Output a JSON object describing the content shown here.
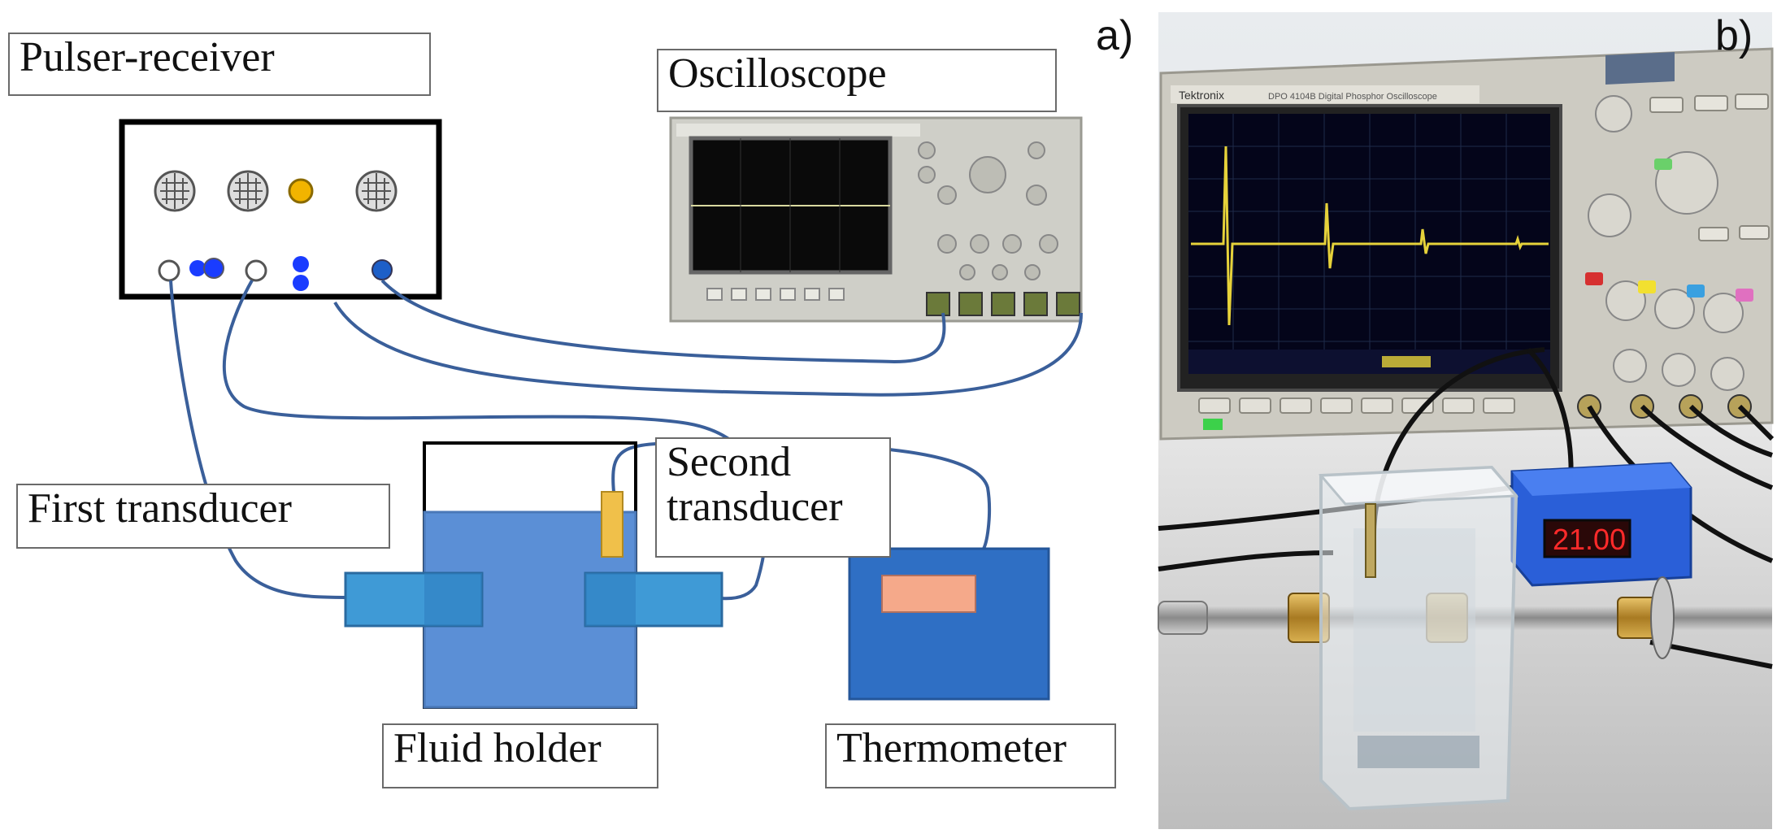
{
  "panel_a": {
    "letter": "a)",
    "labels": {
      "pulser_receiver": "Pulser-receiver",
      "oscilloscope": "Oscilloscope",
      "first_transducer": "First transducer",
      "second_transducer_line1": "Second",
      "second_transducer_line2": "transducer",
      "fluid_holder": "Fluid holder",
      "thermometer": "Thermometer"
    }
  },
  "panel_b": {
    "letter": "b)",
    "thermometer_readout": "21.00",
    "scope_brand": "Tektronix",
    "scope_model": "DPO 4104B  Digital Phosphor Oscilloscope"
  },
  "colors": {
    "cable": "#3a5f9a",
    "fluid": "#5b8fd6",
    "transducer": "#3f9ad6",
    "thermometer_body": "#2f6fc4",
    "thermometer_display": "#f5a98a",
    "sensor": "#f0c04a",
    "scope_trace": "#e6d23a",
    "led_red": "#ff2a2a"
  }
}
